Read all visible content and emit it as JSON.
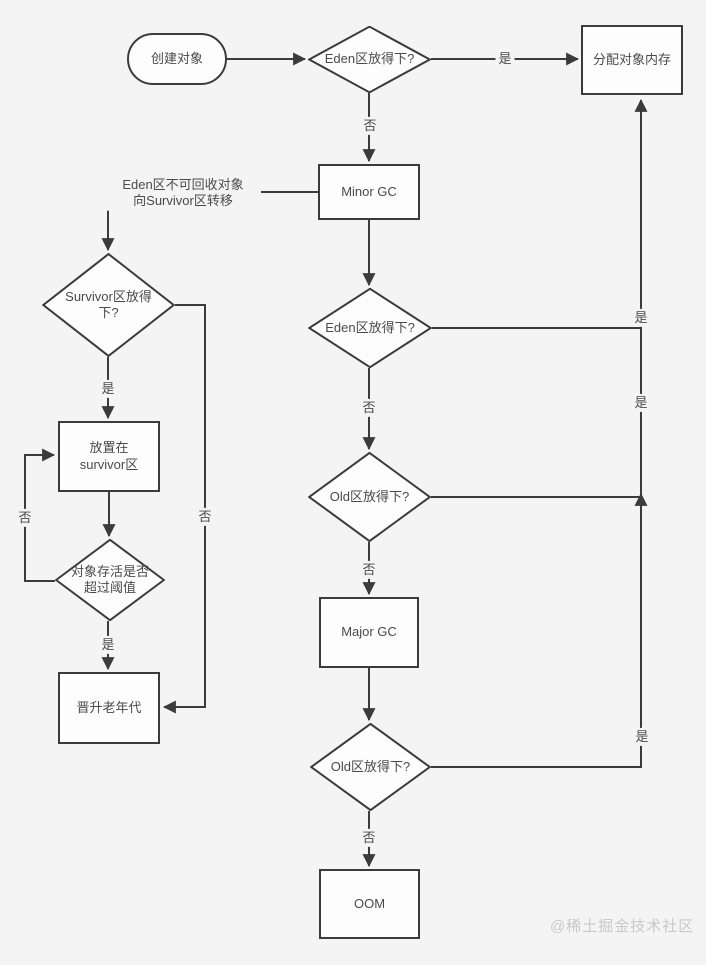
{
  "colors": {
    "background": "#f5f4f5",
    "line": "#3b3b3b",
    "node_fill": "#fdfdfd",
    "text": "#4a4a4a",
    "watermark": "#c9c9c9"
  },
  "nodes": {
    "create_object": {
      "label": "创建对象",
      "shape": "stadium"
    },
    "eden_fit_1": {
      "label": "Eden区放得下?",
      "shape": "diamond"
    },
    "allocate_memory": {
      "label": "分配对象内存",
      "shape": "rect"
    },
    "minor_gc": {
      "label": "Minor GC",
      "shape": "rect"
    },
    "survivor_fit": {
      "label": "Survivor区放得下?",
      "shape": "diamond"
    },
    "place_in_survivor": {
      "label": "放置在survivor区",
      "shape": "rect"
    },
    "survive_threshold": {
      "label": "对象存活是否超过阈值",
      "shape": "diamond"
    },
    "promote_old_gen": {
      "label": "晋升老年代",
      "shape": "rect"
    },
    "eden_fit_2": {
      "label": "Eden区放得下?",
      "shape": "diamond"
    },
    "old_fit_1": {
      "label": "Old区放得下?",
      "shape": "diamond"
    },
    "major_gc": {
      "label": "Major GC",
      "shape": "rect"
    },
    "old_fit_2": {
      "label": "Old区放得下?",
      "shape": "diamond"
    },
    "oom": {
      "label": "OOM",
      "shape": "rect"
    }
  },
  "edge_labels": {
    "eden1_yes": "是",
    "eden1_no": "否",
    "transfer_line1": "Eden区不可回收对象",
    "transfer_line2": "向Survivor区转移",
    "survivor_yes": "是",
    "survivor_no": "否",
    "threshold_no": "否",
    "threshold_yes": "是",
    "eden2_no": "否",
    "eden2_yes": "是",
    "old1_no": "否",
    "old1_yes": "是",
    "old2_no": "否",
    "old2_yes": "是"
  },
  "watermark": "@稀土掘金技术社区"
}
